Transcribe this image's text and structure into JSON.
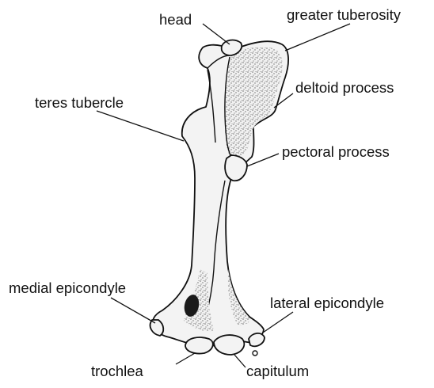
{
  "diagram": {
    "subject": "humerus",
    "labels": {
      "head": "head",
      "greater_tuberosity": "greater tuberosity",
      "deltoid_process": "deltoid process",
      "teres_tubercle": "teres tubercle",
      "pectoral_process": "pectoral process",
      "medial_epicondyle": "medial epicondyle",
      "lateral_epicondyle": "lateral epicondyle",
      "trochlea": "trochlea",
      "capitulum": "capitulum"
    },
    "colors": {
      "ink": "#111111",
      "bone": "#f3f3f3",
      "shading": "#8a8a8a"
    }
  }
}
